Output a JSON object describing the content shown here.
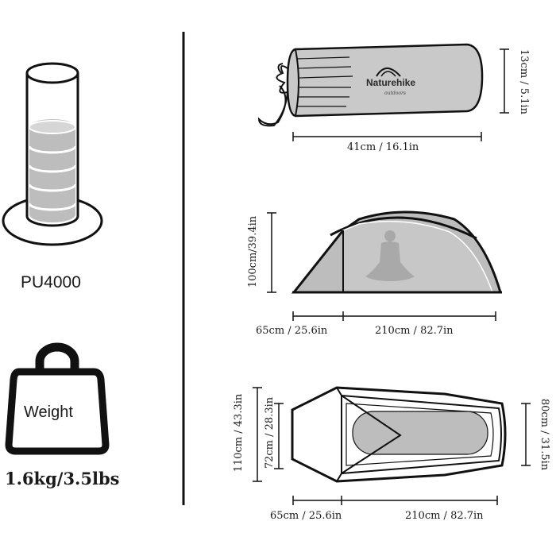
{
  "features": {
    "waterproof_label": "PU4000",
    "weight_word": "Weight",
    "weight_value": "1.6kg/3.5lbs"
  },
  "packed": {
    "brand": "Naturehike",
    "brand_sub": "outdoors",
    "height": "13cm / 5.1in",
    "length": "41cm / 16.1in"
  },
  "side_view": {
    "height": "100cm/39.4in",
    "vestibule": "65cm / 25.6in",
    "inner_length": "210cm / 82.7in"
  },
  "top_view": {
    "outer_width": "110cm / 43.3in",
    "inner_width": "72cm / 28.3in",
    "foot_width": "80cm / 31.5in",
    "vestibule": "65cm / 25.6in",
    "inner_length": "210cm / 82.7in"
  },
  "colors": {
    "line": "#111111",
    "fabric_gray": "#b9b9b9",
    "bag_gray": "#c8c8c8",
    "background": "#ffffff"
  }
}
